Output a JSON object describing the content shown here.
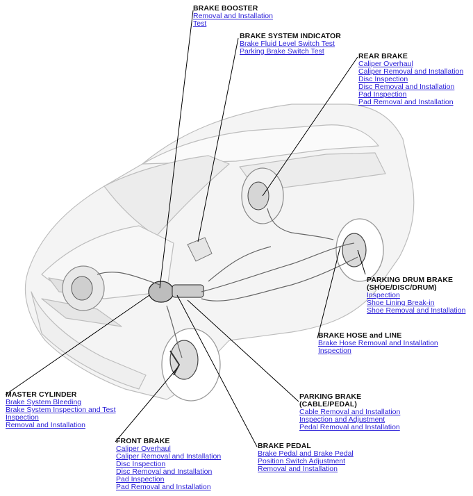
{
  "callouts": {
    "brake_booster": {
      "title": "BRAKE BOOSTER",
      "links": [
        "Removal and Installation",
        "Test"
      ]
    },
    "brake_system_indicator": {
      "title": "BRAKE SYSTEM INDICATOR",
      "links": [
        "Brake Fluid Level Switch Test",
        "Parking Brake Switch Test"
      ]
    },
    "rear_brake": {
      "title": "REAR BRAKE",
      "links": [
        "Caliper Overhaul",
        "Caliper Removal and Installation",
        "Disc Inspection",
        "Disc Removal and Installation",
        "Pad Inspection",
        "Pad Removal and Installation"
      ]
    },
    "parking_drum_brake": {
      "title": "PARKING DRUM BRAKE",
      "title2": "(SHOE/DISC/DRUM)",
      "links": [
        "Inspection",
        "Shoe Lining Break-in",
        "Shoe Removal and Installation"
      ]
    },
    "brake_hose_and_line": {
      "title": "BRAKE HOSE and LINE",
      "links": [
        "Brake Hose Removal and Installation",
        "Inspection"
      ]
    },
    "master_cylinder": {
      "title": "MASTER CYLINDER",
      "links": [
        "Brake System Bleeding",
        "Brake System Inspection and Test",
        "Inspection",
        "Removal and Installation"
      ]
    },
    "parking_brake": {
      "title": "PARKING BRAKE",
      "title2": "(CABLE/PEDAL)",
      "links": [
        "Cable Removal and Installation",
        "Inspection and Adjustment",
        "Pedal Removal and Installation"
      ]
    },
    "front_brake": {
      "title": "FRONT BRAKE",
      "links": [
        "Caliper Overhaul",
        "Caliper Removal and Installation",
        "Disc Inspection",
        "Disc Removal and Installation",
        "Pad Inspection",
        "Pad Removal and Installation"
      ]
    },
    "brake_pedal": {
      "title": "BRAKE PEDAL",
      "links": [
        "Brake Pedal and Brake Pedal",
        "Position Switch Adjustment",
        "Removal and Installation"
      ]
    }
  },
  "colors": {
    "link": "#2a1fd8",
    "heading": "#111111",
    "leader": "#000000",
    "car_outline": "#b8b8b8"
  }
}
